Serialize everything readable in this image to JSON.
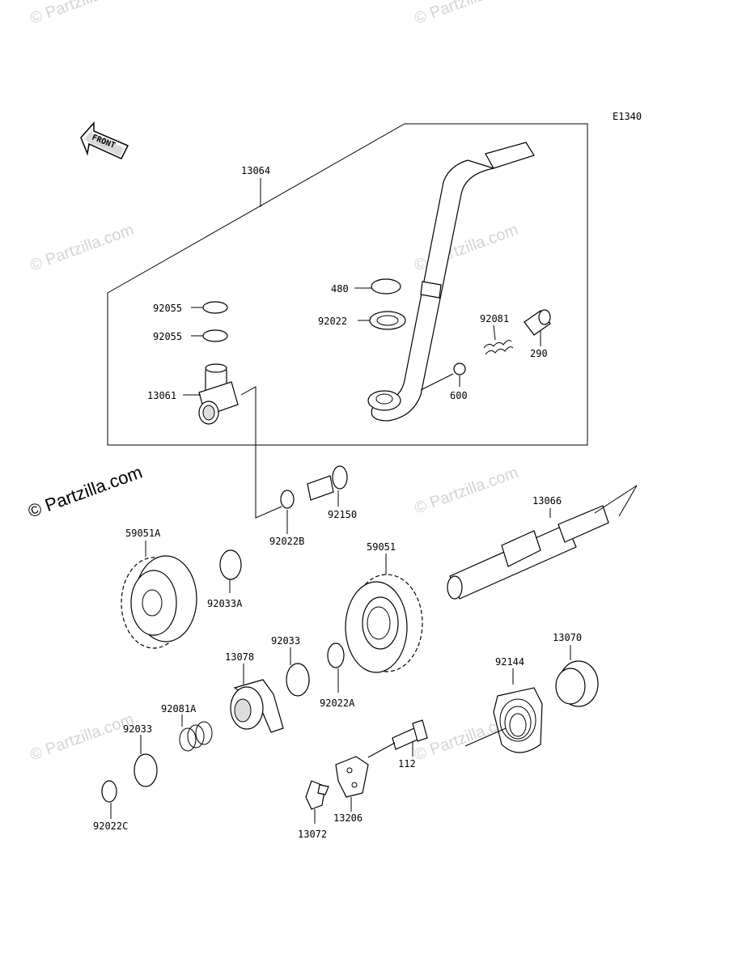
{
  "diagram_code": "E1340",
  "front_label": "FRONT",
  "watermark": {
    "small": "© Partzilla.com",
    "large": "© Partzilla.com"
  },
  "parts": {
    "p13064": "13064",
    "p480": "480",
    "p92022": "92022",
    "p92081": "92081",
    "p290": "290",
    "p92055a": "92055",
    "p92055b": "92055",
    "p13061": "13061",
    "p600": "600",
    "p92150": "92150",
    "p92022B": "92022B",
    "p13066": "13066",
    "p59051A": "59051A",
    "p92033A": "92033A",
    "p59051": "59051",
    "p92033": "92033",
    "p13078": "13078",
    "p92022A": "92022A",
    "p13070": "13070",
    "p92144": "92144",
    "p92081A": "92081A",
    "p92033b": "92033",
    "p112": "112",
    "p92022C": "92022C",
    "p13206": "13206",
    "p13072": "13072"
  }
}
